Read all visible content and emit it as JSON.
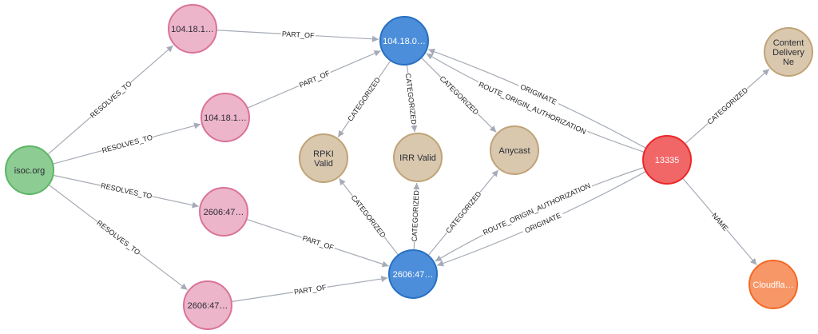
{
  "graph": {
    "node_types": {
      "domain": {
        "fill": "#8dcc93",
        "stroke": "#5db665",
        "text": "#2a2c34"
      },
      "ip": {
        "fill": "#ecb5c9",
        "stroke": "#da7298",
        "text": "#2a2c34"
      },
      "prefix": {
        "fill": "#4c8eda",
        "stroke": "#2870c2",
        "text": "#ffffff"
      },
      "tag": {
        "fill": "#d9c8ae",
        "stroke": "#c0a378",
        "text": "#2a2c34"
      },
      "as": {
        "fill": "#f16667",
        "stroke": "#eb2728",
        "text": "#ffffff"
      },
      "name": {
        "fill": "#f79767",
        "stroke": "#f36924",
        "text": "#ffffff"
      }
    },
    "nodes": [
      {
        "id": "isoc",
        "label": [
          "isoc.org"
        ],
        "type": "domain"
      },
      {
        "id": "ip1",
        "label": [
          "104.18.1…"
        ],
        "type": "ip"
      },
      {
        "id": "ip2",
        "label": [
          "104.18.1…"
        ],
        "type": "ip"
      },
      {
        "id": "ip3",
        "label": [
          "2606:47…"
        ],
        "type": "ip"
      },
      {
        "id": "ip4",
        "label": [
          "2606:47…"
        ],
        "type": "ip"
      },
      {
        "id": "pfx4",
        "label": [
          "104.18.0…"
        ],
        "type": "prefix"
      },
      {
        "id": "pfx6",
        "label": [
          "2606:47…"
        ],
        "type": "prefix"
      },
      {
        "id": "rpki",
        "label": [
          "RPKI",
          "Valid"
        ],
        "type": "tag"
      },
      {
        "id": "irr",
        "label": [
          "IRR Valid"
        ],
        "type": "tag"
      },
      {
        "id": "anycast",
        "label": [
          "Anycast"
        ],
        "type": "tag"
      },
      {
        "id": "as13335",
        "label": [
          "13335"
        ],
        "type": "as"
      },
      {
        "id": "cdn",
        "label": [
          "Content",
          "Delivery",
          "Ne"
        ],
        "type": "tag"
      },
      {
        "id": "cfname",
        "label": [
          "Cloudfla…"
        ],
        "type": "name"
      }
    ],
    "edges": [
      {
        "from": "isoc",
        "to": "ip1",
        "label": "RESOLVES_TO"
      },
      {
        "from": "isoc",
        "to": "ip2",
        "label": "RESOLVES_TO"
      },
      {
        "from": "isoc",
        "to": "ip3",
        "label": "RESOLVES_TO"
      },
      {
        "from": "isoc",
        "to": "ip4",
        "label": "RESOLVES_TO"
      },
      {
        "from": "ip1",
        "to": "pfx4",
        "label": "PART_OF"
      },
      {
        "from": "ip2",
        "to": "pfx4",
        "label": "PART_OF"
      },
      {
        "from": "ip3",
        "to": "pfx6",
        "label": "PART_OF"
      },
      {
        "from": "ip4",
        "to": "pfx6",
        "label": "PART_OF"
      },
      {
        "from": "pfx4",
        "to": "rpki",
        "label": "CATEGORIZED"
      },
      {
        "from": "pfx4",
        "to": "irr",
        "label": "CATEGORIZED"
      },
      {
        "from": "pfx4",
        "to": "anycast",
        "label": "CATEGORIZED"
      },
      {
        "from": "pfx6",
        "to": "rpki",
        "label": "CATEGORIZED"
      },
      {
        "from": "pfx6",
        "to": "irr",
        "label": "CATEGORIZED"
      },
      {
        "from": "pfx6",
        "to": "anycast",
        "label": "CATEGORIZED"
      },
      {
        "from": "as13335",
        "to": "pfx4",
        "label": "ROUTE_ORIGIN_AUTHORIZATION"
      },
      {
        "from": "as13335",
        "to": "pfx4",
        "label": "ORIGINATE"
      },
      {
        "from": "as13335",
        "to": "pfx6",
        "label": "ORIGINATE"
      },
      {
        "from": "as13335",
        "to": "pfx6",
        "label": "ROUTE_ORIGIN_AUTHORIZATION"
      },
      {
        "from": "as13335",
        "to": "cdn",
        "label": "CATEGORIZED"
      },
      {
        "from": "as13335",
        "to": "cfname",
        "label": "NAME"
      }
    ]
  }
}
